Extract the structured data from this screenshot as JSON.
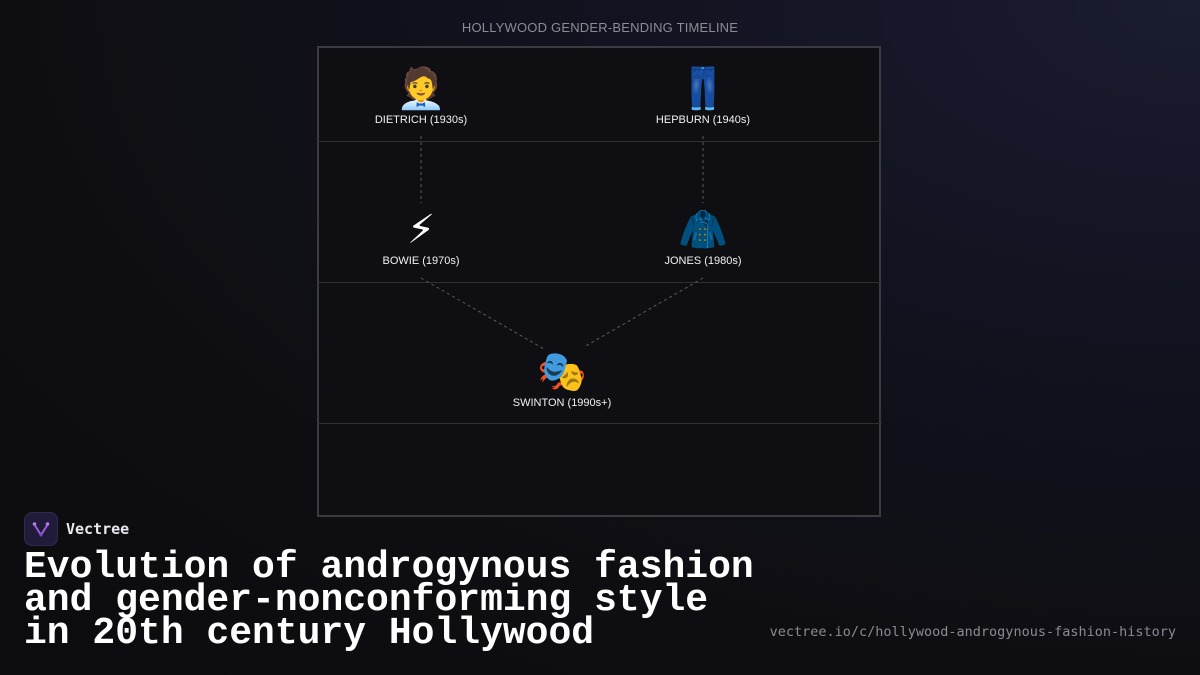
{
  "diagram": {
    "title": "HOLLYWOOD GENDER-BENDING TIMELINE",
    "nodes": [
      {
        "id": "dietrich",
        "icon": "🧑‍💼",
        "icon_name": "tuxedo-person-icon",
        "label": "DIETRICH (1930s)"
      },
      {
        "id": "hepburn",
        "icon": "👖",
        "icon_name": "jeans-icon",
        "label": "HEPBURN (1940s)"
      },
      {
        "id": "bowie",
        "icon": "⚡",
        "icon_name": "lightning-icon",
        "label": "BOWIE (1970s)"
      },
      {
        "id": "jones",
        "icon": "🧥",
        "icon_name": "coat-icon",
        "label": "JONES (1980s)"
      },
      {
        "id": "swinton",
        "icon": "🎭",
        "icon_name": "theater-masks-icon",
        "label": "SWINTON (1990s+)"
      }
    ],
    "edges": [
      {
        "from": "dietrich",
        "to": "bowie"
      },
      {
        "from": "hepburn",
        "to": "jones"
      },
      {
        "from": "bowie",
        "to": "swinton"
      },
      {
        "from": "jones",
        "to": "swinton"
      }
    ]
  },
  "brand": {
    "name": "Vectree",
    "logo_icon": "vectree-logo-icon",
    "accent": "#9b5de5"
  },
  "headline": "Evolution of androgynous fashion and gender-nonconforming style in 20th century Hollywood",
  "url": "vectree.io/c/hollywood-androgynous-fashion-history"
}
